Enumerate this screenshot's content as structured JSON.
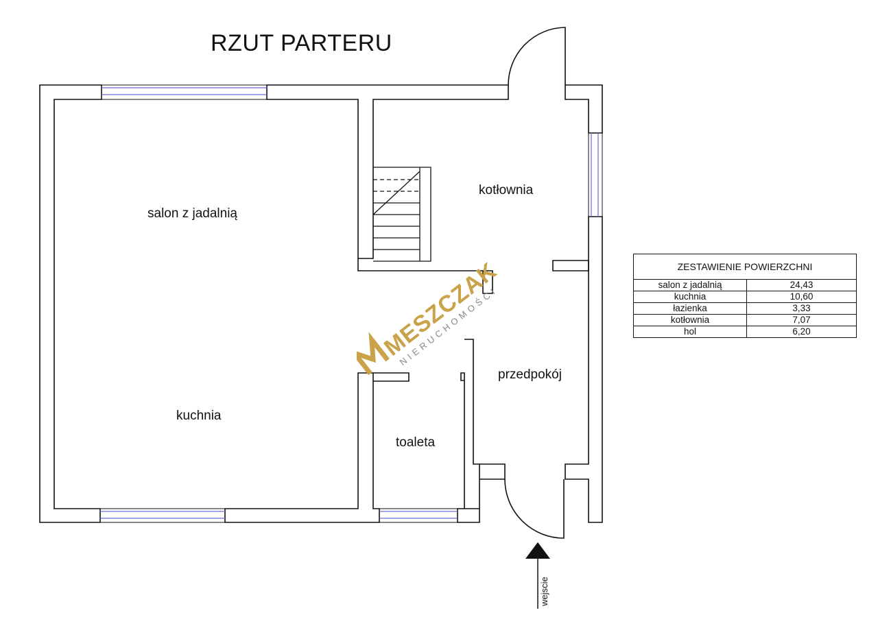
{
  "plan": {
    "title": "RZUT PARTERU",
    "rooms": {
      "salon": "salon z jadalnią",
      "kuchnia": "kuchnia",
      "kotlownia": "kotłownia",
      "przedpokoj": "przedpokój",
      "toaleta": "toaleta"
    },
    "entrance_label": "wejscie"
  },
  "areas_table": {
    "header": "ZESTAWIENIE POWIERZCHNI",
    "rows": [
      {
        "name": "salon z jadalnią",
        "value": "24,43"
      },
      {
        "name": "kuchnia",
        "value": "10,60"
      },
      {
        "name": "łazienka",
        "value": "3,33"
      },
      {
        "name": "kotłownia",
        "value": "7,07"
      },
      {
        "name": "hol",
        "value": "6,20"
      }
    ]
  },
  "watermark": {
    "brand": "MESZCZAK",
    "sub": "NIERUCHOMOŚCI",
    "color": "#c9a24a"
  },
  "colors": {
    "wall": "#111111",
    "window": "#6a6ad8"
  }
}
